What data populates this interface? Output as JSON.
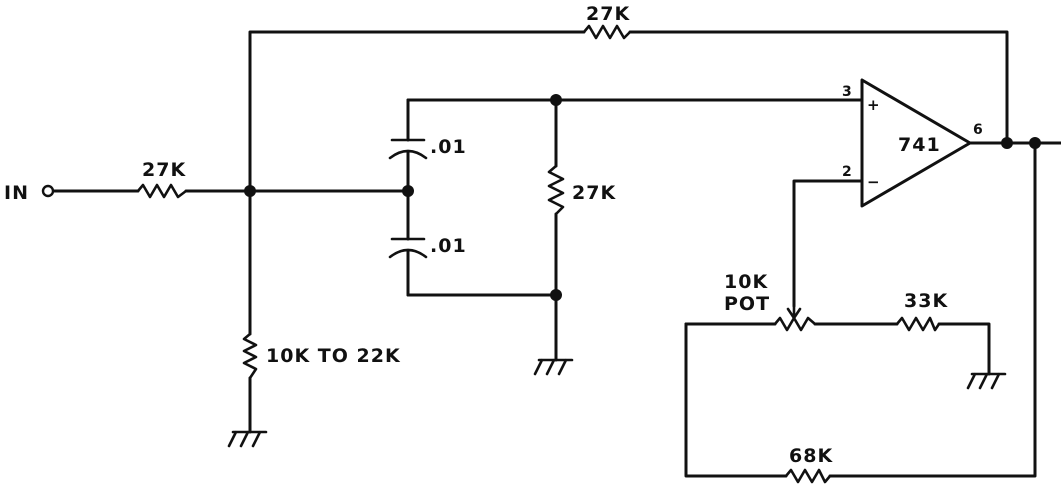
{
  "input_label": "IN",
  "op_amp": {
    "part": "741",
    "pin_noninverting": "3",
    "pin_inverting": "2",
    "pin_output": "6",
    "plus_sign": "+",
    "minus_sign": "−"
  },
  "components": {
    "r_input": "27K",
    "r_feedback": "27K",
    "r_shunt": "27K",
    "r_ground": "10K TO 22K",
    "c_upper": ".01",
    "c_lower": ".01",
    "pot_line1": "10K",
    "pot_line2": "POT",
    "r_pot_right": "33K",
    "r_loop_bottom": "68K"
  },
  "icons": {
    "ground": "ground-icon",
    "resistor": "resistor-icon",
    "capacitor": "capacitor-icon",
    "potentiometer": "potentiometer-icon",
    "op_amp": "op-amp-triangle-icon",
    "input_terminal": "input-terminal-icon",
    "junction": "junction-dot-icon"
  },
  "colors": {
    "ink": "#111111",
    "paper": "#ffffff"
  }
}
